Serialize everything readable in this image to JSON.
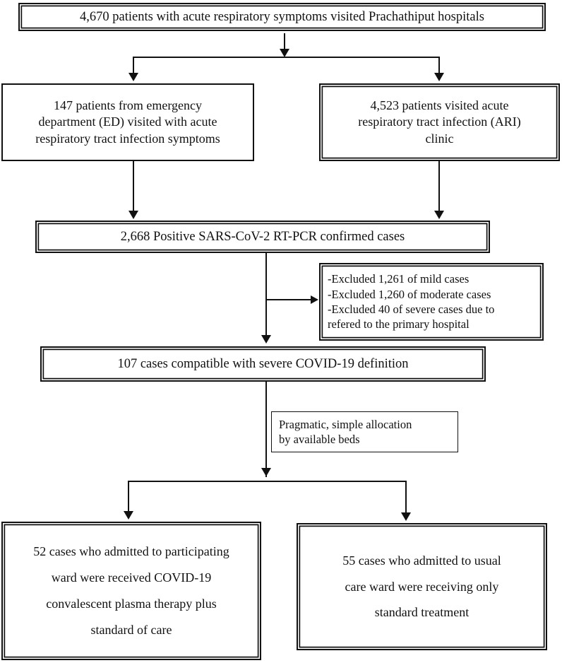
{
  "diagram": {
    "title": "CONSORT-style patient flow diagram",
    "type": "flowchart",
    "line_color": "#111111",
    "background": "#ffffff"
  },
  "nodes": {
    "top": {
      "id": "total-screened",
      "text": "4,670 patients with acute respiratory symptoms visited Prachathiput hospitals",
      "count": "4,670"
    },
    "ed": {
      "id": "emergency-department",
      "text": "147 patients from emergency\ndepartment (ED) visited with acute\nrespiratory tract infection symptoms",
      "count": "147"
    },
    "ari": {
      "id": "ari-clinic",
      "text": "4,523 patients visited acute\nrespiratory tract infection (ARI)\nclinic",
      "count": "4,523"
    },
    "positive": {
      "id": "positive-rtpcr",
      "text": "2,668 Positive SARS-CoV-2 RT-PCR confirmed cases",
      "count": "2,668"
    },
    "excluded": {
      "id": "exclusions",
      "text": "-Excluded 1,261 of mild cases\n-Excluded 1,260 of moderate cases\n-Excluded 40 of severe cases due to\nrefered to the primary hospital",
      "lines": [
        "-Excluded 1,261 of mild cases",
        "-Excluded 1,260 of moderate cases",
        "-Excluded 40 of severe cases due to",
        "refered to the primary hospital"
      ],
      "counts": [
        "1,261",
        "1,260",
        "40"
      ]
    },
    "severe": {
      "id": "severe-covid-definition",
      "text": "107 cases compatible with severe COVID-19 definition",
      "count": "107"
    },
    "pragmatic": {
      "id": "allocation-method",
      "text": "Pragmatic, simple allocation\nby available beds"
    },
    "cp_arm": {
      "id": "convalescent-plasma-arm",
      "text": "52 cases who admitted to participating\nward were received COVID-19\nconvalescent plasma therapy plus\nstandard of care",
      "count": "52"
    },
    "usual_arm": {
      "id": "usual-care-arm",
      "text": "55 cases who admitted to usual\ncare ward were receiving only\nstandard treatment",
      "count": "55"
    }
  },
  "connectors": [
    {
      "name": "top-to-split",
      "from": "top",
      "to": "split-bus"
    },
    {
      "name": "split-to-ed",
      "from": "split-bus",
      "to": "ed"
    },
    {
      "name": "split-to-ari",
      "from": "split-bus",
      "to": "ari"
    },
    {
      "name": "ed-to-positive",
      "from": "ed",
      "to": "positive"
    },
    {
      "name": "ari-to-positive",
      "from": "ari",
      "to": "positive"
    },
    {
      "name": "positive-to-excluded",
      "from": "positive-trunk",
      "to": "excluded"
    },
    {
      "name": "positive-to-severe",
      "from": "positive",
      "to": "severe"
    },
    {
      "name": "severe-to-allocation",
      "from": "severe",
      "to": "allocation-bus"
    },
    {
      "name": "allocation-to-cp",
      "from": "allocation-bus",
      "to": "cp_arm"
    },
    {
      "name": "allocation-to-usual",
      "from": "allocation-bus",
      "to": "usual_arm"
    }
  ]
}
